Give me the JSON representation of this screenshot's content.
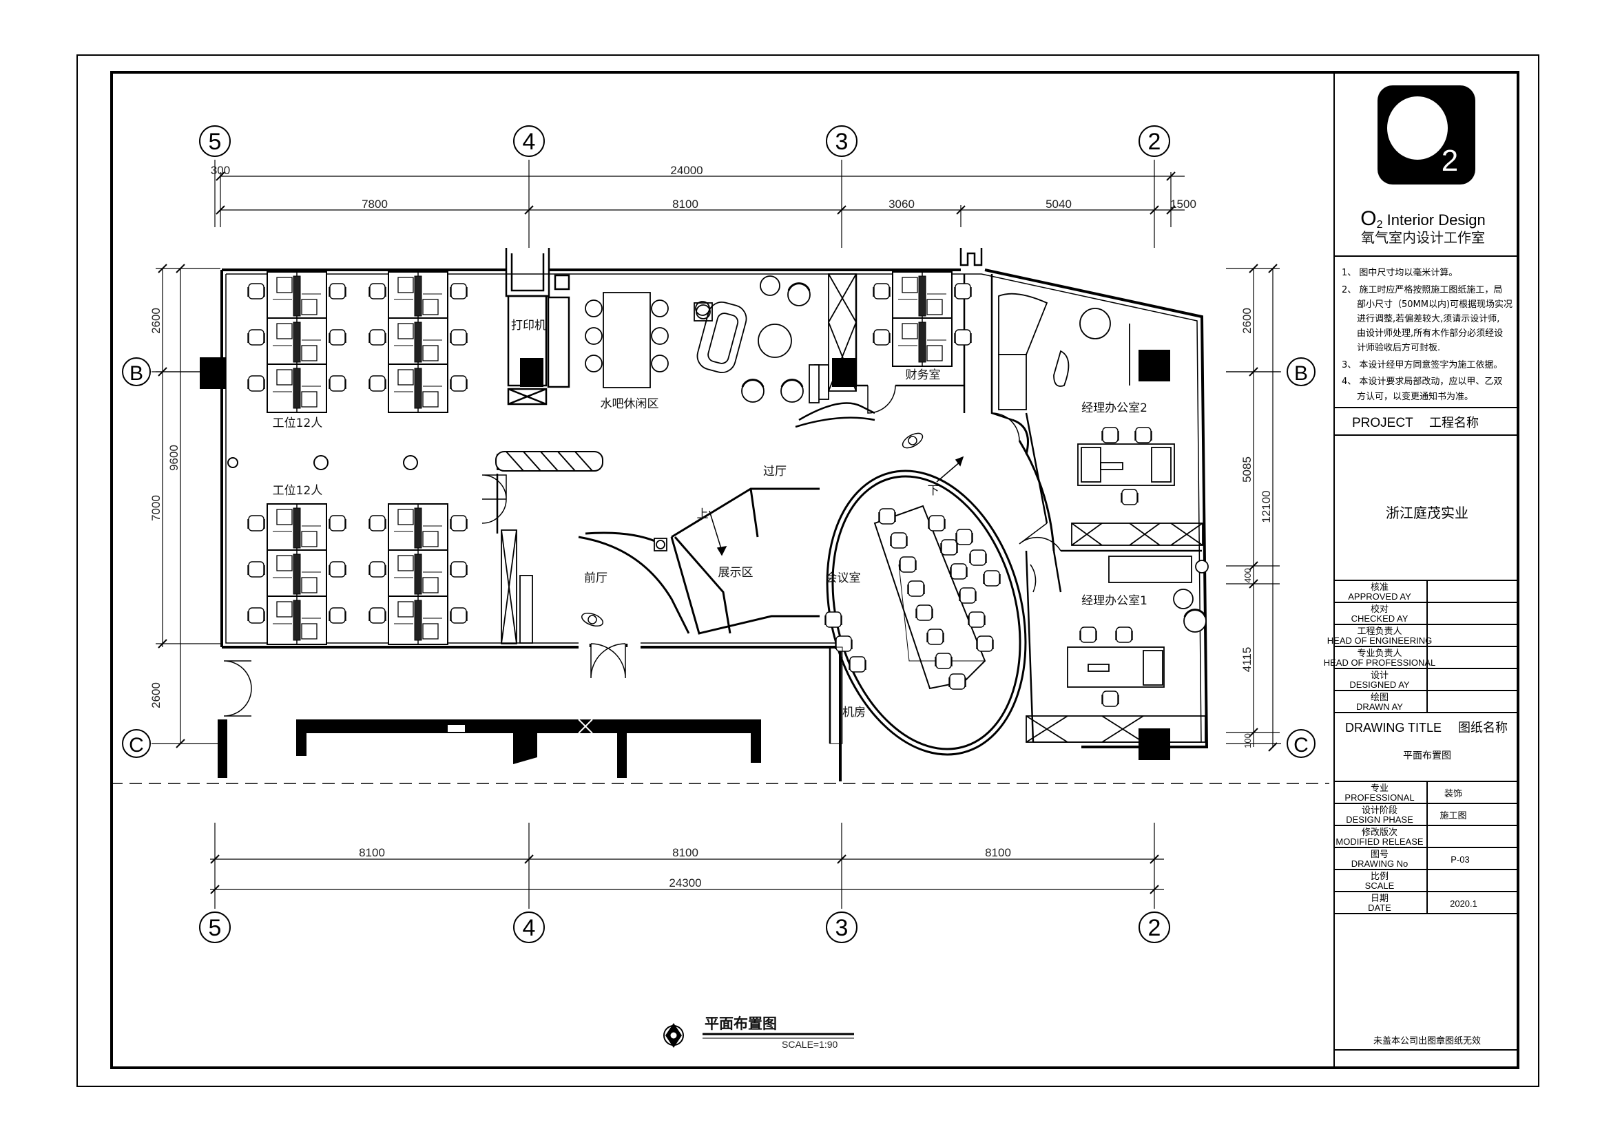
{
  "axes": {
    "top": [
      "5",
      "4",
      "3",
      "2"
    ],
    "bottom": [
      "5",
      "4",
      "3",
      "2"
    ],
    "side": [
      "B",
      "C"
    ]
  },
  "dimensions": {
    "top_total": "24000",
    "top_offset": "300",
    "top_segments": [
      "7800",
      "8100",
      "3060",
      "5040",
      "1500"
    ],
    "left_segments": [
      "2600",
      "7000",
      "2600"
    ],
    "left_total": "9600",
    "right_segments": [
      "2600",
      "5085",
      "400",
      "4115",
      "100"
    ],
    "right_total": "12100",
    "bottom_segments": [
      "8100",
      "8100",
      "8100"
    ],
    "bottom_total": "24300"
  },
  "rooms": {
    "workstation_1": "工位12人",
    "workstation_2": "工位12人",
    "printer": "打印机",
    "water_bar": "水吧休闲区",
    "finance": "财务室",
    "manager_2": "经理办公室2",
    "manager_1": "经理办公室1",
    "hall": "过厅",
    "reception": "前厅",
    "exhibition": "展示区",
    "meeting": "会议室",
    "machine_room": "机房",
    "up": "上",
    "down": "下"
  },
  "plan_title": {
    "title": "平面布置图",
    "scale": "SCALE=1:90"
  },
  "title_block": {
    "logo_letter": "O",
    "logo_sub": "2",
    "company_en_main": "O",
    "company_en_sub": "2",
    "company_en_rest": " Interior Design",
    "company_cn": "氧气室内设计工作室",
    "notes": [
      "1、 图中尺寸均以毫米计算。",
      "2、 施工时应严格按照施工图纸施工，局",
      "部小尺寸（50MM以内)可根据现场实况",
      "进行调整,若偏差较大,须请示设计师,",
      "由设计师处理,所有木作部分必须经设",
      "计师验收后方可封板.",
      "3、 本设计经甲方同意签字为施工依据。",
      "4、 本设计要求局部改动，应以甲、乙双",
      "方认可，以变更通知书为准。"
    ],
    "project_label": "PROJECT",
    "project_label_cn": "工程名称",
    "project_name": "浙江庭茂实业",
    "approval_rows": [
      {
        "cn": "核准",
        "en": "APPROVED AY"
      },
      {
        "cn": "校对",
        "en": "CHECKED AY"
      },
      {
        "cn": "工程负责人",
        "en": "HEAD OF ENGINEERING"
      },
      {
        "cn": "专业负责人",
        "en": "HEAD OF PROFESSIONAL"
      },
      {
        "cn": "设计",
        "en": "DESIGNED AY"
      },
      {
        "cn": "绘图",
        "en": "DRAWN AY"
      }
    ],
    "drawing_title_label": "DRAWING TITLE",
    "drawing_title_label_cn": "图纸名称",
    "drawing_title": "平面布置图",
    "info_rows": [
      {
        "cn": "专业",
        "en": "PROFESSIONAL",
        "value": "装饰"
      },
      {
        "cn": "设计阶段",
        "en": "DESIGN PHASE",
        "value": "施工图"
      },
      {
        "cn": "修改版次",
        "en": "MODIFIED RELEASE",
        "value": ""
      },
      {
        "cn": "图号",
        "en": "DRAWING No",
        "value": "P-03"
      },
      {
        "cn": "比例",
        "en": "SCALE",
        "value": ""
      },
      {
        "cn": "日期",
        "en": "DATE",
        "value": "2020.1"
      }
    ],
    "footer": "未盖本公司出图章图纸无效"
  }
}
